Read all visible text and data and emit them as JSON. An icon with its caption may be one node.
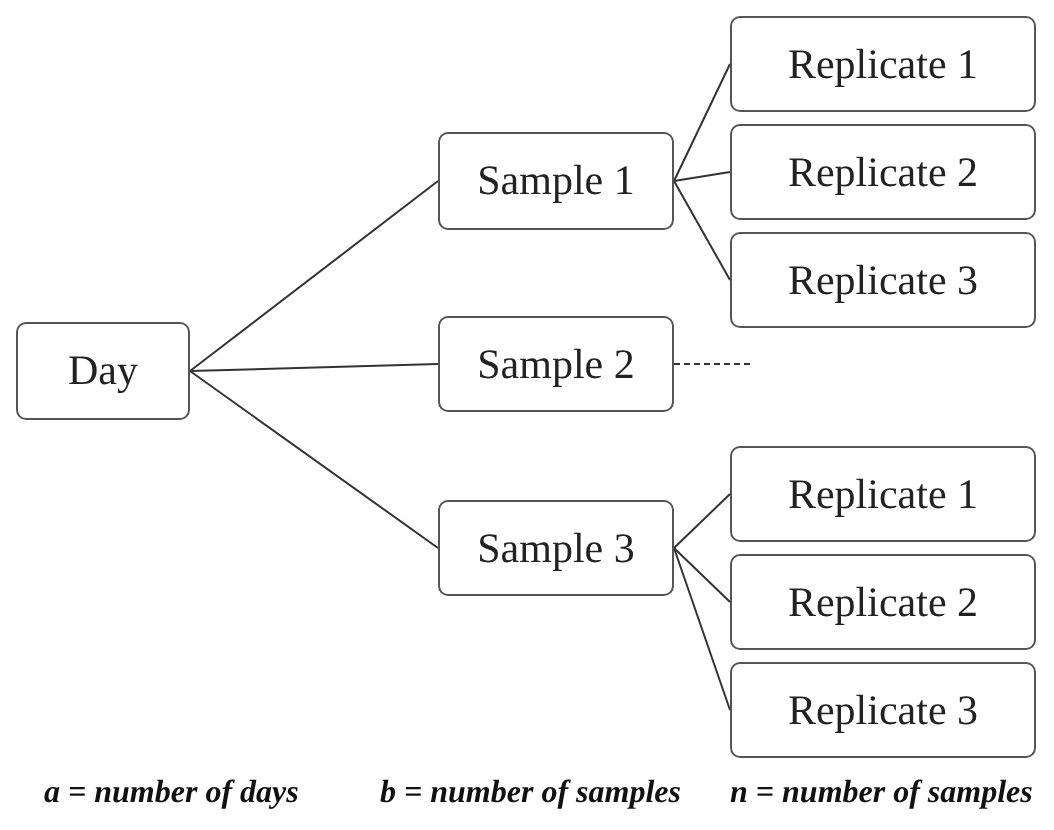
{
  "diagram": {
    "nodes": [
      {
        "text": [
          "Day"
        ]
      },
      {
        "text": [
          "Sample 1"
        ]
      },
      {
        "text": [
          "Replicate 1"
        ]
      },
      {
        "text": [
          "Replicate 2"
        ]
      },
      {
        "text": [
          "Replicate 3"
        ]
      },
      {
        "text": [
          "Sample 2"
        ]
      },
      {
        "text": [
          "Sample 3"
        ]
      },
      {
        "text": [
          "Replicate 1"
        ]
      },
      {
        "text": [
          "Replicate 2"
        ]
      },
      {
        "text": [
          "Replicate 3"
        ]
      }
    ],
    "edges": [
      {
        "from": 0,
        "to": 1,
        "arrow": "none"
      },
      {
        "from": 0,
        "to": 5,
        "arrow": "none"
      },
      {
        "from": 0,
        "to": 6,
        "arrow": "none"
      },
      {
        "from": 1,
        "to": 2,
        "arrow": "none"
      },
      {
        "from": 1,
        "to": 3,
        "arrow": "none"
      },
      {
        "from": 1,
        "to": 4,
        "arrow": "none"
      },
      {
        "from": 5,
        "to": null,
        "arrow": "none",
        "style": "dashed"
      },
      {
        "from": 6,
        "to": 7,
        "arrow": "none"
      },
      {
        "from": 6,
        "to": 8,
        "arrow": "none"
      },
      {
        "from": 6,
        "to": 9,
        "arrow": "none"
      }
    ],
    "labels": [
      "a = number of days",
      "b = number of samples",
      "n = number of samples"
    ]
  }
}
